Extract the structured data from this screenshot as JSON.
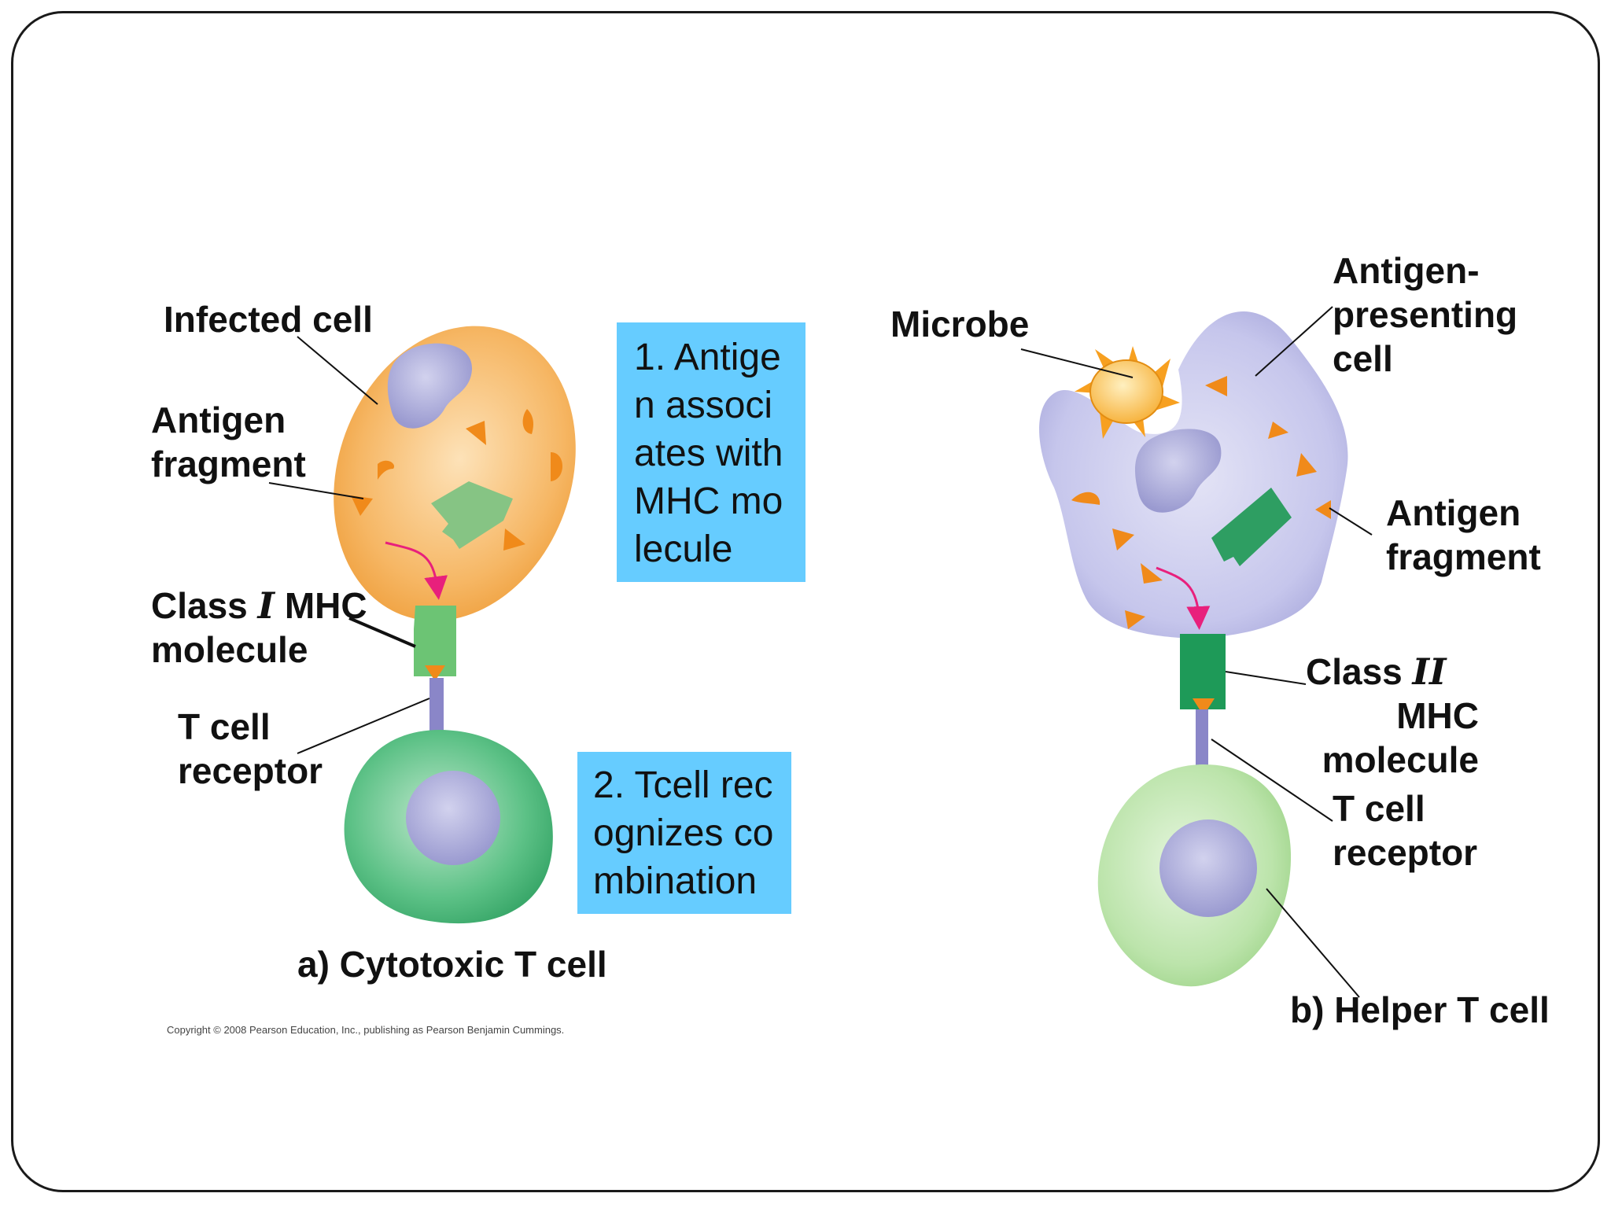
{
  "panel_a": {
    "infected_cell": "Infected cell",
    "antigen_fragment": "Antigen\nfragment",
    "class_mhc_prefix": "Class ",
    "class_mhc_numeral": "I",
    "class_mhc_suffix": " MHC\nmolecule",
    "t_cell_receptor": "T cell\nreceptor",
    "caption": "a) Cytotoxic T cell",
    "copyright": "Copyright © 2008 Pearson Education, Inc., publishing as Pearson Benjamin Cummings."
  },
  "panel_b": {
    "microbe": "Microbe",
    "antigen_presenting_cell": "Antigen-\npresenting\ncell",
    "antigen_fragment": "Antigen\nfragment",
    "class_mhc_prefix": "Class ",
    "class_mhc_numeral": "II",
    "class_mhc_suffix": "MHC\nmolecule",
    "t_cell_receptor": "T cell\nreceptor",
    "caption": "b) Helper T cell"
  },
  "notes": {
    "note1": "1. Antigen associates with MHC molecule",
    "note2": "2. Tcell recognizes combination"
  },
  "colors": {
    "infected_cell": "#f5b35a",
    "apc": "#c4c4ea",
    "t_cell_cytotoxic": "#4cbc7a",
    "t_cell_helper": "#b4e0a4",
    "nucleus": "#a4a4d4",
    "mhc_class1": "#6cc474",
    "mhc_class2": "#1e9a58",
    "receptor": "#8a86c8",
    "antigen": "#f08a1a",
    "arrow": "#e8207c",
    "note_bg": "#66ccff"
  }
}
